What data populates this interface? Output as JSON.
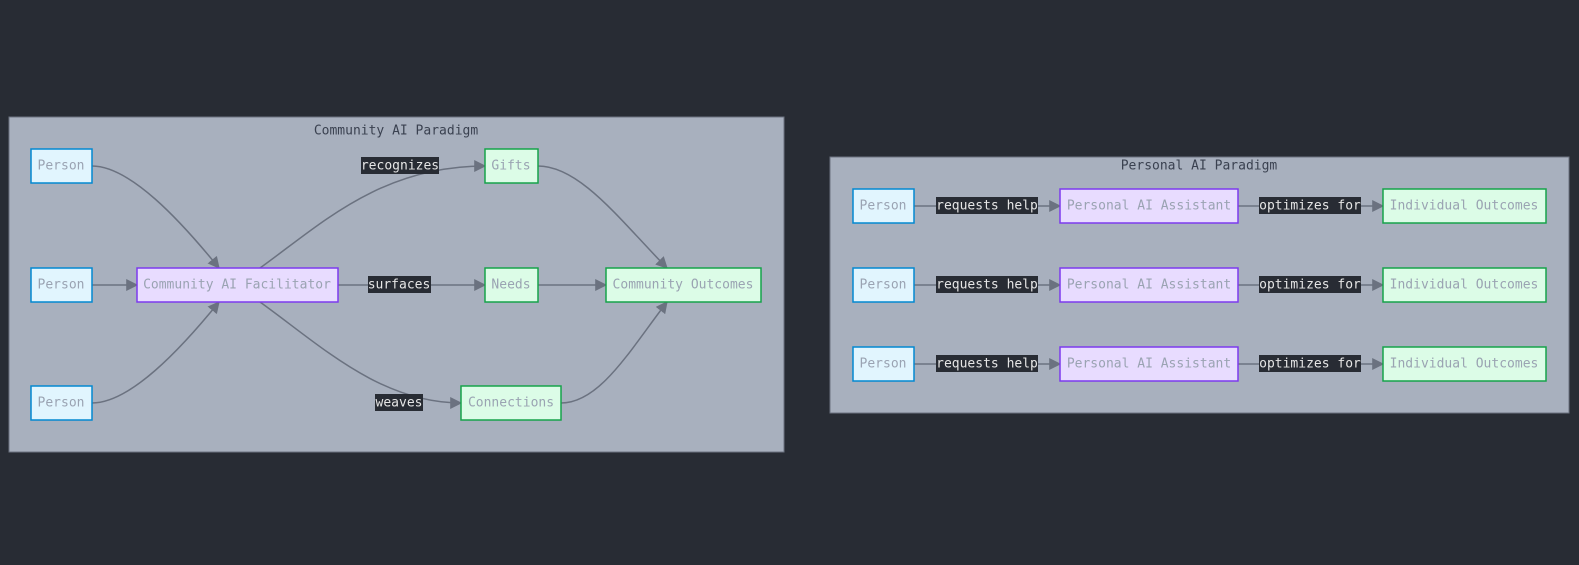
{
  "community": {
    "title": "Community AI Paradigm",
    "person_1": "Person",
    "person_2": "Person",
    "person_3": "Person",
    "facilitator": "Community AI Facilitator",
    "gifts": "Gifts",
    "needs": "Needs",
    "connections": "Connections",
    "outcomes": "Community Outcomes",
    "edge_recognizes": "recognizes",
    "edge_surfaces": "surfaces",
    "edge_weaves": "weaves"
  },
  "personal": {
    "title": "Personal AI Paradigm",
    "rows": [
      {
        "person": "Person",
        "edge_requests": "requests help",
        "assistant": "Personal AI Assistant",
        "edge_optimizes": "optimizes for",
        "outcome": "Individual Outcomes"
      },
      {
        "person": "Person",
        "edge_requests": "requests help",
        "assistant": "Personal AI Assistant",
        "edge_optimizes": "optimizes for",
        "outcome": "Individual Outcomes"
      },
      {
        "person": "Person",
        "edge_requests": "requests help",
        "assistant": "Personal AI Assistant",
        "edge_optimizes": "optimizes for",
        "outcome": "Individual Outcomes"
      }
    ]
  },
  "colors": {
    "background": "#282c34",
    "cluster_fill": "#a8b0be",
    "person_stroke": "#0288d1",
    "ai_stroke": "#7c3aed",
    "outcome_stroke": "#16a34a"
  }
}
